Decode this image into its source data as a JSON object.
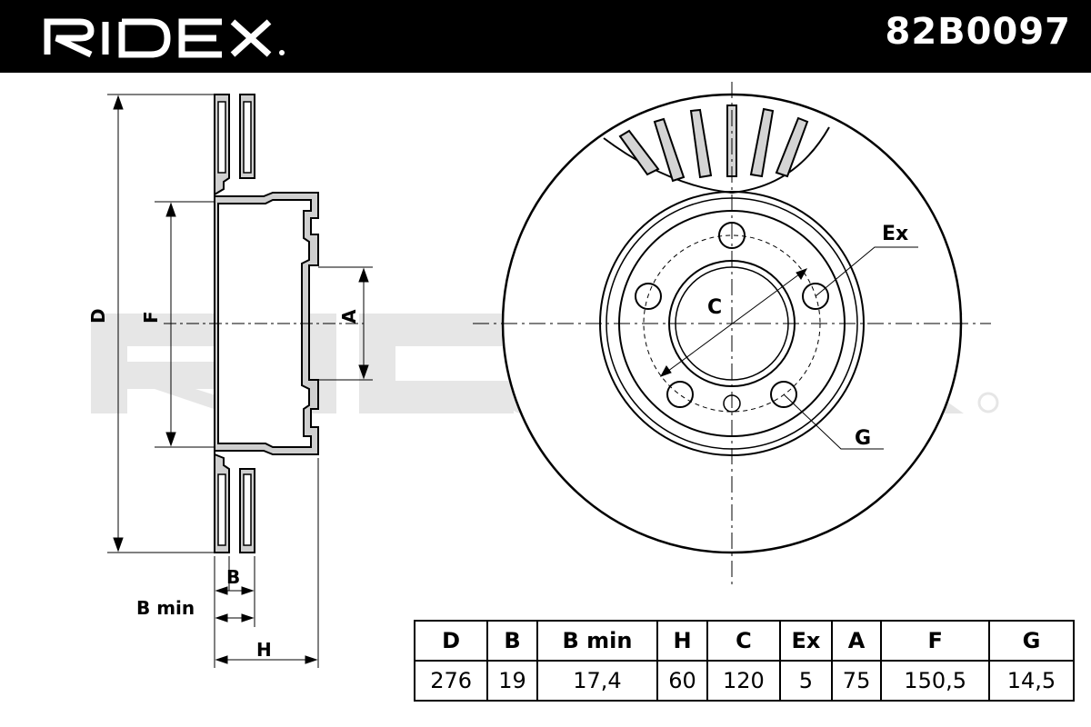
{
  "header": {
    "brand": "RIDEX",
    "product_code": "82B0097"
  },
  "watermark": "RIDEX",
  "side_view": {
    "dimension_labels": {
      "d": "D",
      "f": "F",
      "a": "A",
      "b": "B",
      "b_min": "B min",
      "h": "H"
    }
  },
  "front_view": {
    "labels": {
      "c": "C",
      "ex": "Ex",
      "g": "G"
    }
  },
  "spec_table": {
    "headers": [
      "D",
      "B",
      "B min",
      "H",
      "C",
      "Ex",
      "A",
      "F",
      "G"
    ],
    "values": [
      "276",
      "19",
      "17,4",
      "60",
      "120",
      "5",
      "75",
      "150,5",
      "14,5"
    ]
  }
}
